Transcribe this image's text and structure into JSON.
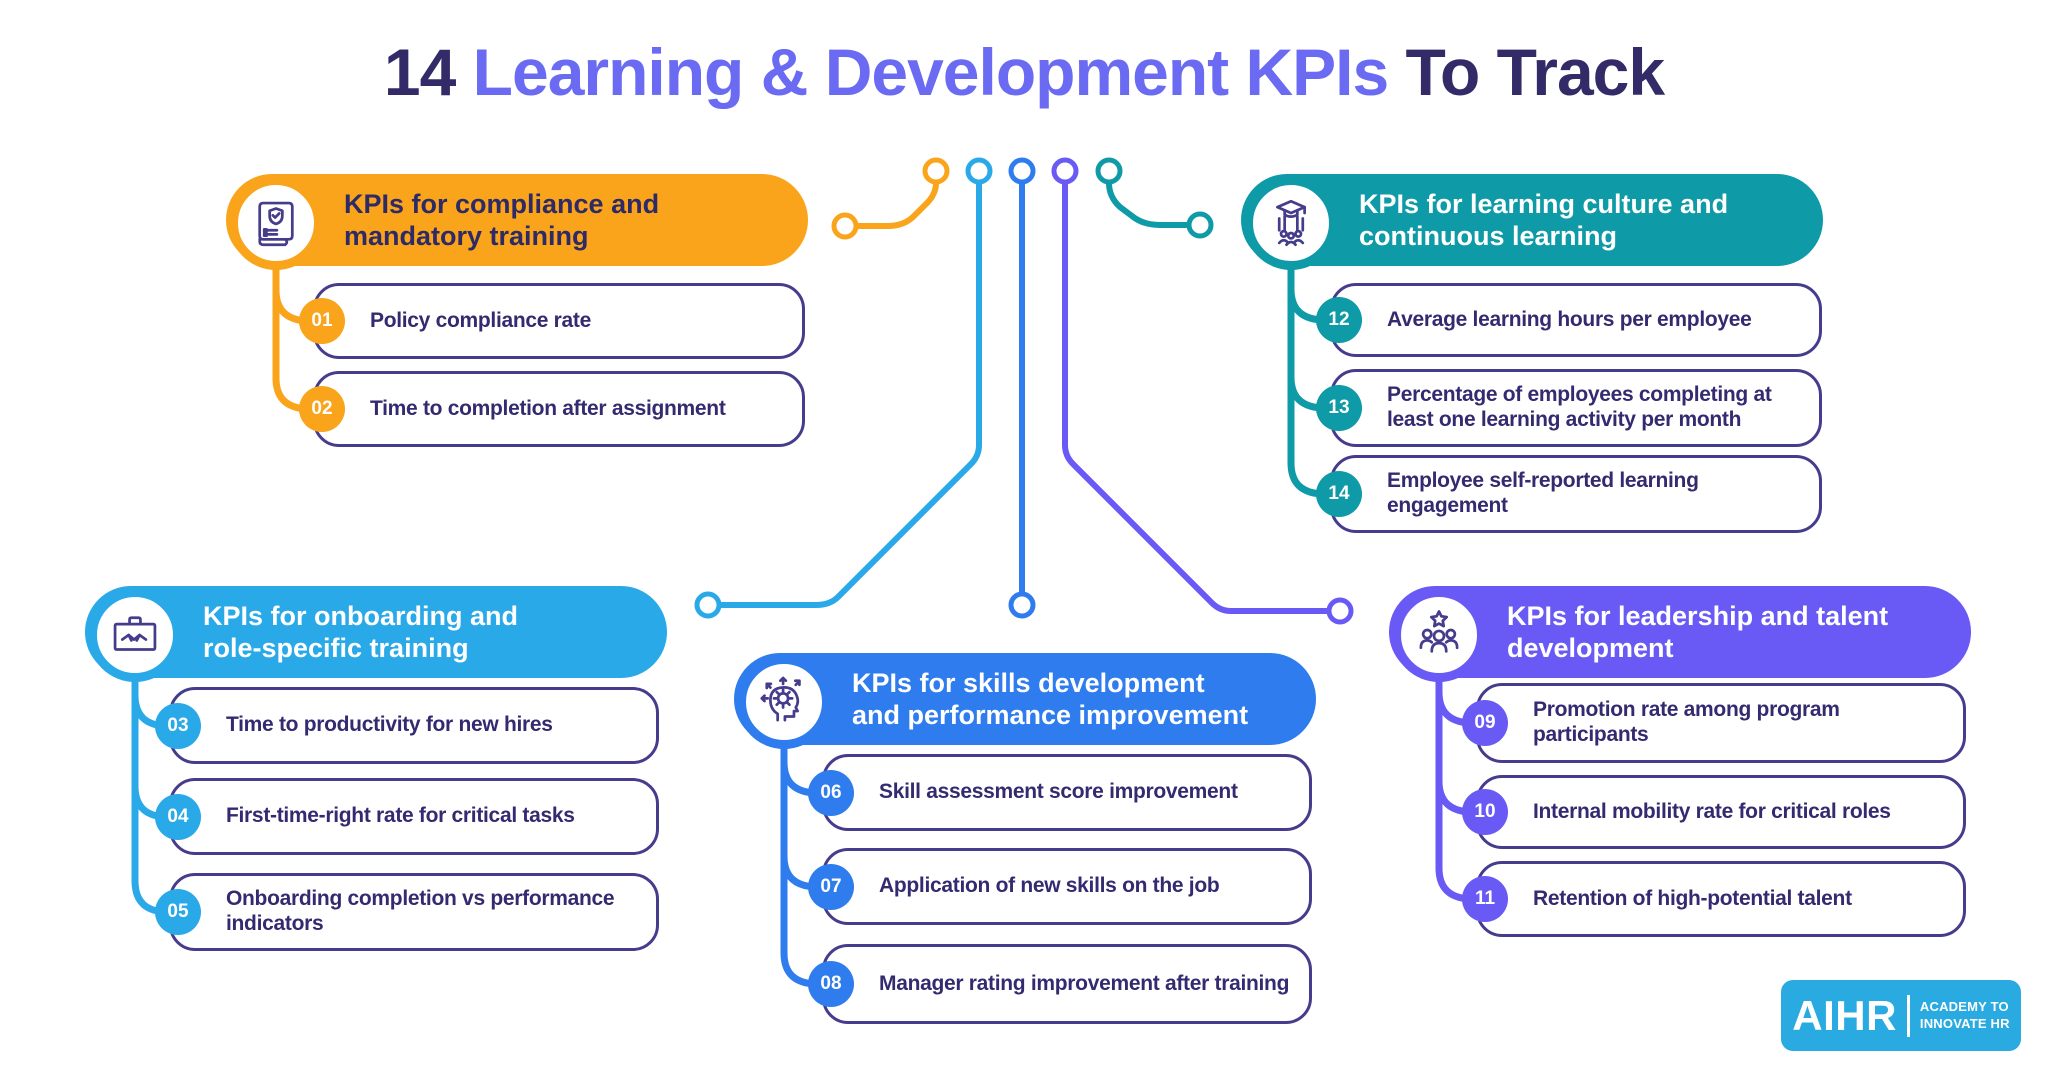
{
  "title": {
    "num": "14",
    "highlight": "Learning & Development KPIs",
    "suffix": "To Track"
  },
  "sections": [
    {
      "name": "compliance",
      "header_line1": "KPIs for compliance and",
      "header_line2": "mandatory training",
      "color": "#F9A41B",
      "icon": "scroll-shield-icon",
      "items": [
        {
          "num": "01",
          "label": "Policy compliance rate"
        },
        {
          "num": "02",
          "label": "Time to completion after assignment"
        }
      ]
    },
    {
      "name": "learning_culture",
      "header_line1": "KPIs for learning culture and",
      "header_line2": "continuous learning",
      "color": "#0E9AA7",
      "icon": "graduation-people-icon",
      "items": [
        {
          "num": "12",
          "label": "Average learning hours per employee"
        },
        {
          "num": "13",
          "label": "Percentage of employees completing at least one learning activity per month"
        },
        {
          "num": "14",
          "label": "Employee self-reported learning engagement"
        }
      ]
    },
    {
      "name": "onboarding",
      "header_line1": "KPIs for onboarding and",
      "header_line2": "role-specific training",
      "color": "#2AA9E8",
      "icon": "briefcase-handshake-icon",
      "items": [
        {
          "num": "03",
          "label": "Time to productivity for new hires"
        },
        {
          "num": "04",
          "label": "First-time-right rate for critical tasks"
        },
        {
          "num": "05",
          "label": "Onboarding completion vs performance indicators"
        }
      ]
    },
    {
      "name": "skills",
      "header_line1": "KPIs for skills development",
      "header_line2": "and performance improvement",
      "color": "#2E7CED",
      "icon": "head-gear-icon",
      "items": [
        {
          "num": "06",
          "label": "Skill assessment score improvement"
        },
        {
          "num": "07",
          "label": "Application of new skills on the job"
        },
        {
          "num": "08",
          "label": "Manager rating improvement after training"
        }
      ]
    },
    {
      "name": "leadership",
      "header_line1": "KPIs for leadership and talent",
      "header_line2": "development",
      "color": "#6A5AF5",
      "icon": "people-star-icon",
      "items": [
        {
          "num": "09",
          "label": "Promotion rate among program participants"
        },
        {
          "num": "10",
          "label": "Internal mobility rate for critical roles"
        },
        {
          "num": "11",
          "label": "Retention of high-potential talent"
        }
      ]
    }
  ],
  "logo": {
    "name": "AIHR",
    "tagline_line1": "ACADEMY TO",
    "tagline_line2": "INNOVATE HR",
    "color": "#29ABE2"
  },
  "colors": {
    "title_dark": "#322B68",
    "title_highlight": "#6A6AF2",
    "item_border": "#463C8C",
    "item_text": "#332A70"
  }
}
